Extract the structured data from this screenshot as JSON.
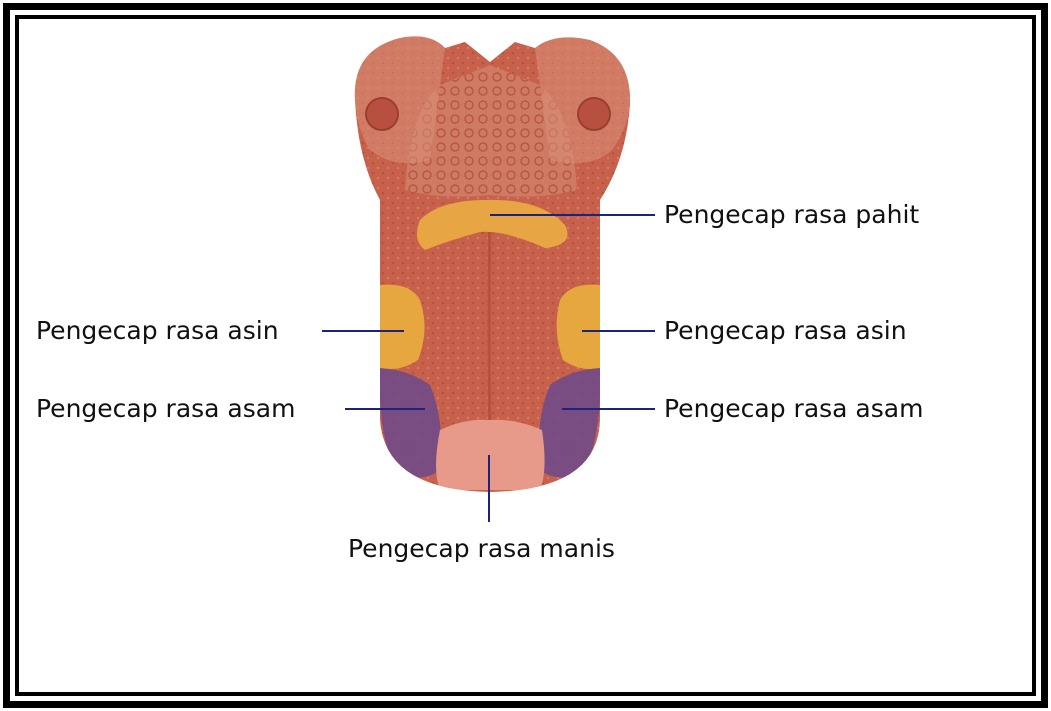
{
  "labels": {
    "bitter": "Pengecap rasa pahit",
    "salty_left": "Pengecap rasa asin",
    "salty_right": "Pengecap rasa asin",
    "sour_left": "Pengecap rasa asam",
    "sour_right": "Pengecap rasa asam",
    "sweet": "Pengecap rasa manis"
  },
  "colors": {
    "tongue": "#c8614b",
    "tongue_light": "#d4806a",
    "bitter_zone": "#e8a543",
    "salty_zone": "#e6a73f",
    "sour_zone": "#6c4a8c",
    "sweet_zone": "#e89a8a",
    "pointer_line": "#1a237e"
  }
}
